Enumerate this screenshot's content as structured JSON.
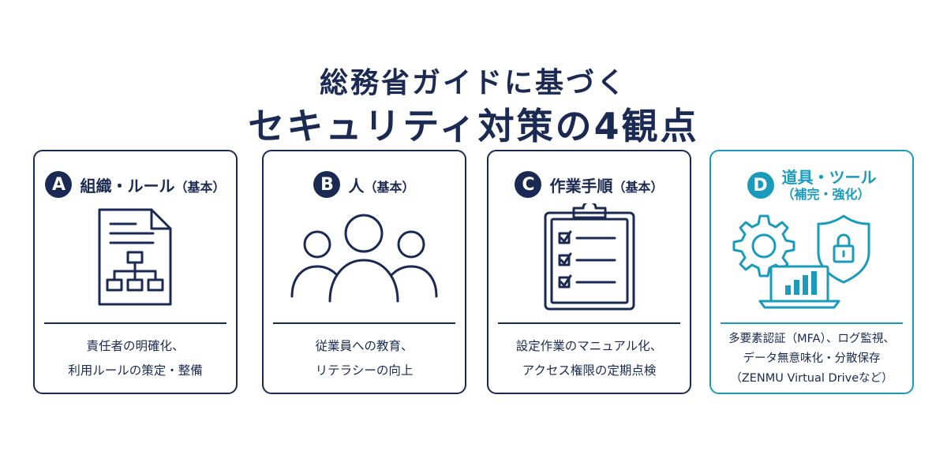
{
  "title": {
    "line1": "総務省ガイドに基づく",
    "line2": "セキュリティ対策の4観点"
  },
  "cards": [
    {
      "badge": "A",
      "heading": "組織・ルール",
      "heading_note": "（基本）",
      "desc_lines": [
        "責任者の明確化、",
        "利用ルールの策定・整備"
      ],
      "icon": "document-org-chart-icon",
      "color": "#1b2a52"
    },
    {
      "badge": "B",
      "heading": "人",
      "heading_note": "（基本）",
      "desc_lines": [
        "従業員への教育、",
        "リテラシーの向上"
      ],
      "icon": "people-group-icon",
      "color": "#1b2a52"
    },
    {
      "badge": "C",
      "heading": "作業手順",
      "heading_note": "（基本）",
      "desc_lines": [
        "設定作業のマニュアル化、",
        "アクセス権限の定期点検"
      ],
      "icon": "clipboard-checklist-icon",
      "color": "#1b2a52"
    },
    {
      "badge": "D",
      "heading": "道具・ツール",
      "heading_note": "（補完・強化）",
      "desc_lines": [
        "多要素認証（MFA）、ログ監視、",
        "データ無意味化・分散保存",
        "（ZENMU Virtual Driveなど）"
      ],
      "icon": "gear-shield-laptop-icon",
      "color": "#1a9bbb"
    }
  ]
}
